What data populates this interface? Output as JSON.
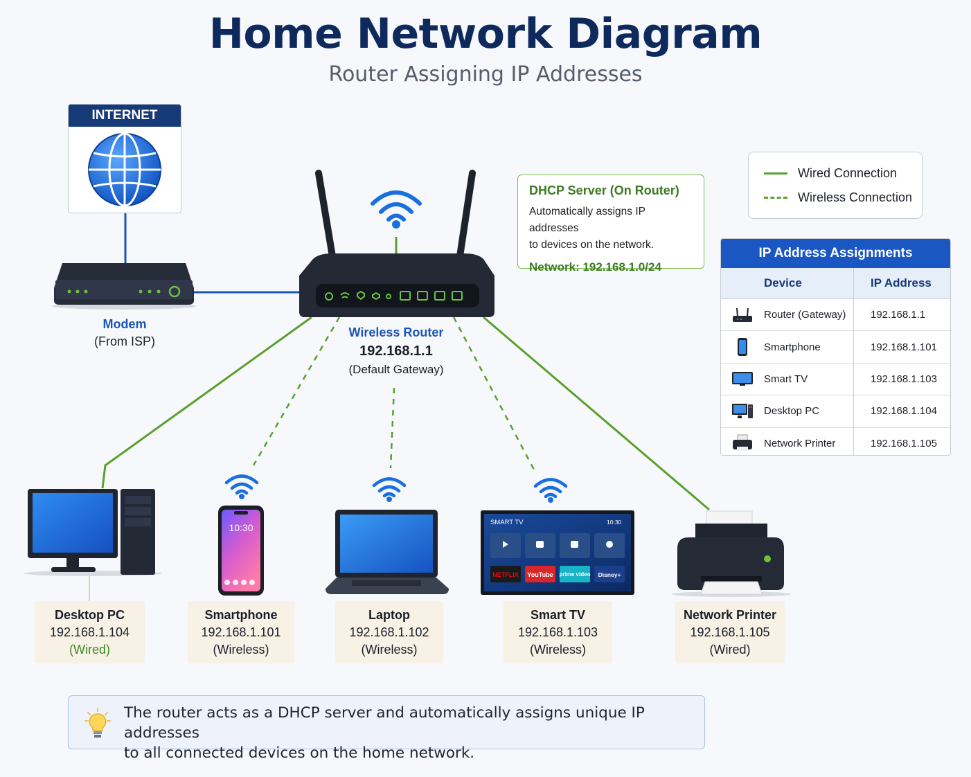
{
  "title": "Home Network Diagram",
  "subtitle": "Router Assigning IP Addresses",
  "internet": {
    "label": "INTERNET"
  },
  "modem": {
    "name": "Modem",
    "note": "(From ISP)"
  },
  "router": {
    "name": "Wireless Router",
    "ip": "192.168.1.1",
    "note": "(Default Gateway)"
  },
  "dhcp": {
    "heading": "DHCP Server (On Router)",
    "line1": "Automatically assigns IP addresses",
    "line2": "to devices on the network.",
    "network": "Network: 192.168.1.0/24"
  },
  "legend": {
    "wired": "Wired Connection",
    "wireless": "Wireless Connection"
  },
  "colors": {
    "wired": "#5aa02c",
    "wireless": "#5aa02c",
    "uplink": "#1a55b8",
    "accent": "#1a57c2"
  },
  "ip_table": {
    "title": "IP Address Assignments",
    "col_device": "Device",
    "col_ip": "IP Address",
    "rows": [
      {
        "device": "Router (Gateway)",
        "ip": "192.168.1.1",
        "icon": "router-icon"
      },
      {
        "device": "Smartphone",
        "ip": "192.168.1.101",
        "icon": "smartphone-icon"
      },
      {
        "device": "Smart TV",
        "ip": "192.168.1.103",
        "icon": "tv-icon"
      },
      {
        "device": "Desktop PC",
        "ip": "192.168.1.104",
        "icon": "desktop-icon"
      },
      {
        "device": "Network Printer",
        "ip": "192.168.1.105",
        "icon": "printer-icon"
      }
    ]
  },
  "devices": [
    {
      "name": "Desktop PC",
      "ip": "192.168.1.104",
      "conn": "(Wired)"
    },
    {
      "name": "Smartphone",
      "ip": "192.168.1.101",
      "conn": "(Wireless)"
    },
    {
      "name": "Laptop",
      "ip": "192.168.1.102",
      "conn": "(Wireless)"
    },
    {
      "name": "Smart TV",
      "ip": "192.168.1.103",
      "conn": "(Wireless)"
    },
    {
      "name": "Network Printer",
      "ip": "192.168.1.105",
      "conn": "(Wired)"
    }
  ],
  "phone_screen_time": "10:30",
  "tv": {
    "brand": "SMART TV",
    "time": "10:30",
    "apps": [
      "NETFLIX",
      "YouTube",
      "prime video",
      "Disney+"
    ]
  },
  "note": {
    "line1": "The router acts as a DHCP server and automatically assigns unique IP addresses",
    "line2": "to all connected devices on the home network."
  }
}
